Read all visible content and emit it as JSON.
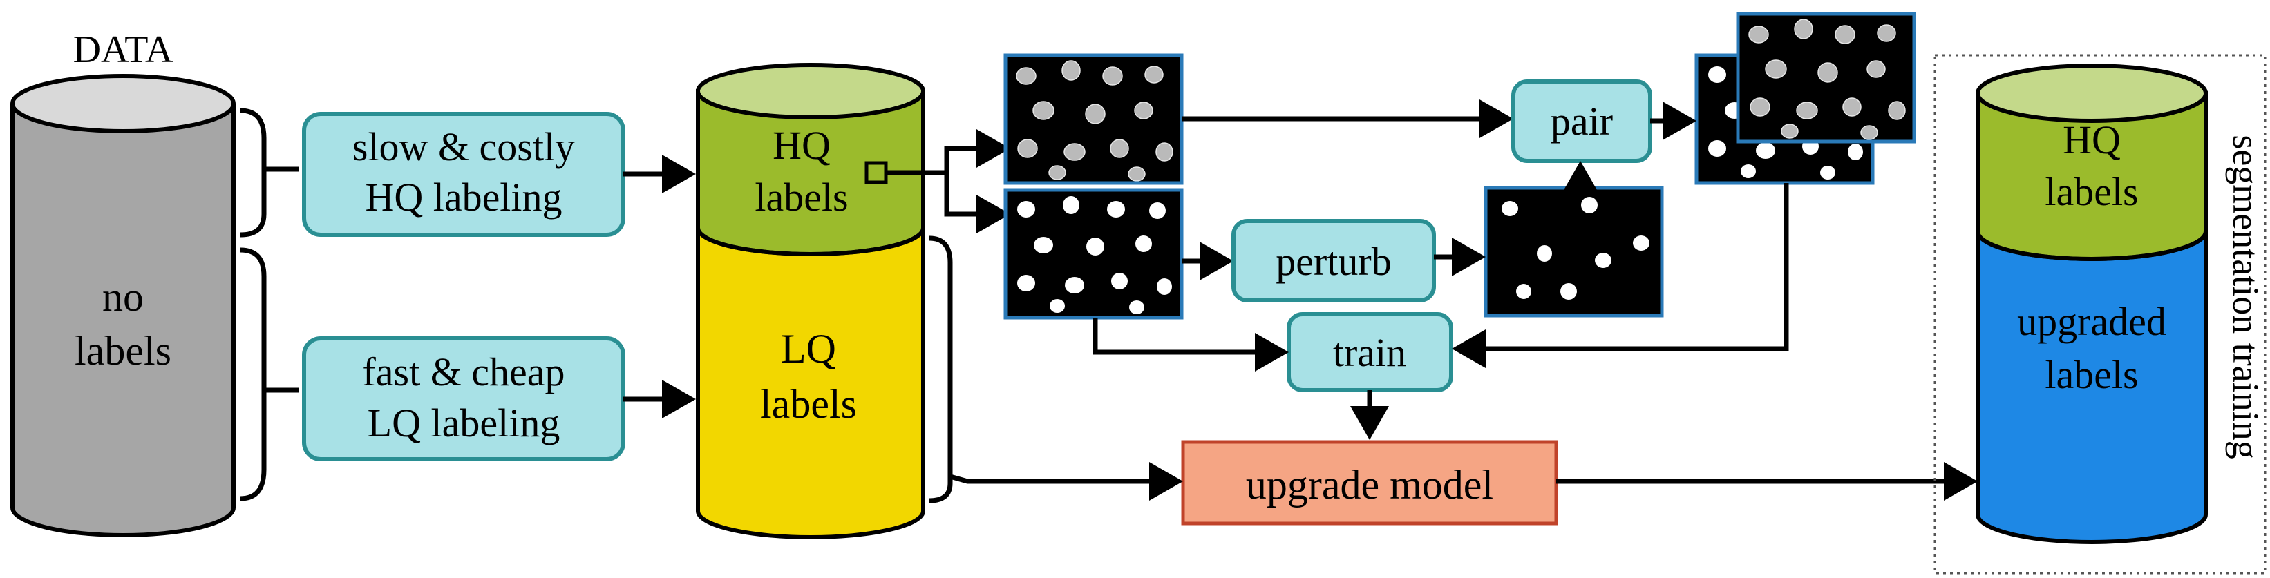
{
  "data_label": "DATA",
  "no_labels_cylinder": {
    "line1": "no",
    "line2": "labels"
  },
  "hq_process": {
    "line1": "slow & costly",
    "line2": "HQ labeling"
  },
  "lq_process": {
    "line1": "fast & cheap",
    "line2": "LQ labeling"
  },
  "mixed_cylinder": {
    "hq_line1": "HQ",
    "hq_line2": "labels",
    "lq_line1": "LQ",
    "lq_line2": "labels"
  },
  "pair_box": "pair",
  "perturb_box": "perturb",
  "train_box": "train",
  "upgrade_box": "upgrade model",
  "result_cylinder": {
    "hq_line1": "HQ",
    "hq_line2": "labels",
    "up_line1": "upgraded",
    "up_line2": "labels"
  },
  "vertical_label": "segmentation training",
  "colors": {
    "gray_cylinder": "#a6a6a6",
    "olive": "#9bbb2c",
    "olive_top": "#c4d98a",
    "yellow": "#f2d700",
    "teal_box": "#a8e1e6",
    "teal_border": "#2a8f93",
    "salmon_box": "#f5a584",
    "salmon_border": "#c0432a",
    "blue": "#1e88e5",
    "frame_blue": "#2a7ab8"
  }
}
